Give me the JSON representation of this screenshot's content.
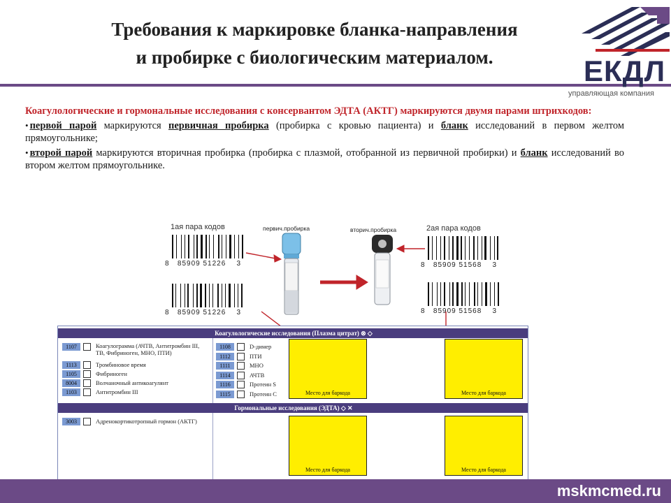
{
  "header": {
    "title_line1": "Требования к маркировке бланка-направления",
    "title_line2": "и пробирке с биологическим материалом."
  },
  "logo": {
    "name": "ЕКДЛ",
    "subtitle": "управляющая компания"
  },
  "text": {
    "intro": "Коагулологические и гормональные исследования с консервантом ЭДТА (АКТГ) маркируются двумя парами штрихкодов:",
    "bullet1": {
      "a": "первой парой",
      "b": " маркируются ",
      "c": "первичная пробирка",
      "d": " (пробирка с кровью пациента) и ",
      "e": "бланк",
      "f": " исследований в первом желтом прямоугольнике;"
    },
    "bullet2": {
      "a": "второй парой",
      "b": " маркируются вторичная пробирка (пробирка с плазмой, отобранной из первичной пробирки) и ",
      "c": "бланк",
      "d": " исследований во втором желтом прямоугольнике."
    }
  },
  "figure": {
    "pair1_label": "1ая пара кодов",
    "pair2_label": "2ая пара кодов",
    "tube1_label": "первич.пробирка",
    "tube2_label": "вторич.пробирка",
    "barcode1": {
      "left": "8",
      "middle": "85909  51226",
      "right": "3"
    },
    "barcode2": {
      "left": "8",
      "middle": "85909  51568",
      "right": "3"
    }
  },
  "form": {
    "section1_title": "Коагулологические исследования (Плазма цитрат)",
    "section2_title": "Гормональные исследования (ЭДТА)",
    "left_rows": [
      {
        "code": "1107",
        "name": "Коагулограмма (АЧТВ,   Антитромбин III, ТВ, Фибриноген, МНО, ПТИ)"
      },
      {
        "code": "1113",
        "name": "Тромбиновое время"
      },
      {
        "code": "1105",
        "name": "Фибриноген"
      },
      {
        "code": "8004",
        "name": "Волчаночный антикоагулянт"
      },
      {
        "code": "1103",
        "name": "Антитромбин III"
      }
    ],
    "mid_rows": [
      {
        "code": "1108",
        "name": "D-димер"
      },
      {
        "code": "1112",
        "name": "ПТИ"
      },
      {
        "code": "1111",
        "name": "МНО"
      },
      {
        "code": "1114",
        "name": "АЧТВ"
      },
      {
        "code": "1116",
        "name": "Протеин S"
      },
      {
        "code": "1115",
        "name": "Протеин C"
      }
    ],
    "hormone_rows": [
      {
        "code": "3003",
        "name": "Адренокортикотропный гормон (АКТГ)"
      }
    ],
    "barcode_place_label": "Место для баркода"
  },
  "footer": {
    "site": "mskmcmed.ru"
  },
  "colors": {
    "accent": "#6b4a86",
    "red": "#c0242a",
    "yellow": "#ffee00",
    "form_header": "#4a3d7e",
    "code_blue": "#7b9ad2"
  }
}
